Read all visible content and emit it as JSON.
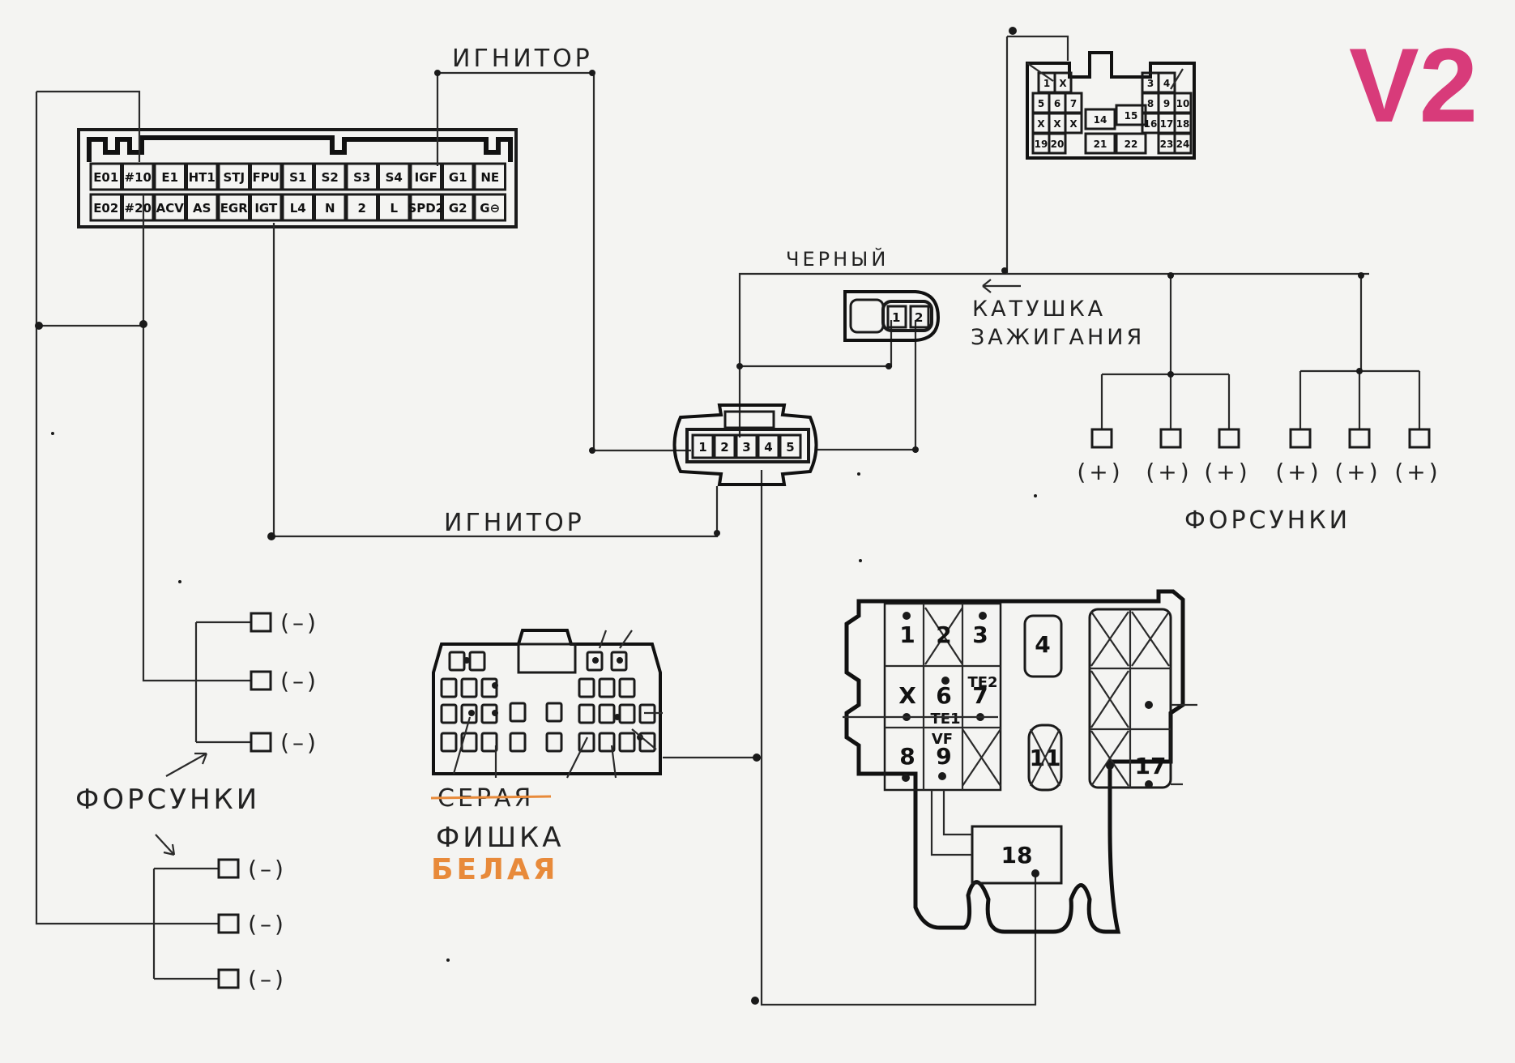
{
  "version_badge": "V2",
  "version_color": "#d83b7a",
  "note_color": "#e88a3a",
  "labels": {
    "ignitor_top": "ИГНИТОР",
    "ignitor_bottom": "ИГНИТОР",
    "black": "ЧЕРНЫЙ",
    "coil_line1": "КАТУШКА",
    "coil_line2": "ЗАЖИГАНИЯ",
    "injectors_right": "ФОРСУНКИ",
    "injectors_left": "ФОРСУНКИ",
    "grey_struck": "СЕРАЯ",
    "plug": "ФИШКА",
    "white": "БЕЛАЯ"
  },
  "ecu_connector": {
    "top_row": [
      "E01",
      "#10",
      "E1",
      "HT1",
      "STJ",
      "FPU",
      "S1",
      "S2",
      "S3",
      "S4",
      "IGF",
      "G1",
      "NE"
    ],
    "bottom_row": [
      "E02",
      "#20",
      "ACV",
      "AS",
      "EGR",
      "IGT",
      "L4",
      "N",
      "2",
      "L",
      "SPD2",
      "G2",
      "G⊖"
    ]
  },
  "coil_connector": {
    "pins": [
      "1",
      "2"
    ]
  },
  "ignitor_connector": {
    "pins": [
      "1",
      "2",
      "3",
      "4",
      "5"
    ]
  },
  "injectors_plus": {
    "label": "(+)",
    "count": 6
  },
  "injectors_minus": {
    "label": "(–)",
    "count": 6
  },
  "diag_connector_top": {
    "cells": [
      "1",
      "X",
      "3",
      "4",
      "5",
      "6",
      "7",
      "8",
      "9",
      "10",
      "X",
      "X",
      "X",
      "14",
      "15",
      "16",
      "17",
      "18",
      "19",
      "20",
      "21",
      "22",
      "23",
      "24"
    ]
  },
  "check_connector": {
    "cells": [
      "1",
      "2",
      "3",
      "4",
      "X",
      "6",
      "7",
      "8",
      "9",
      "11",
      "17",
      "18"
    ],
    "sub_labels": [
      "TE2",
      "TE1",
      "VF"
    ]
  }
}
